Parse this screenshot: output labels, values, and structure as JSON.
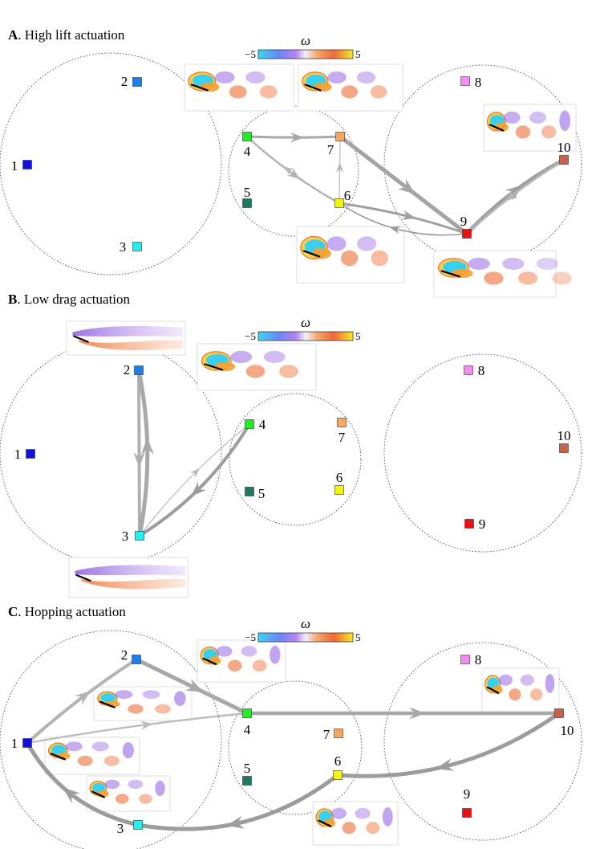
{
  "panels": [
    {
      "letter": "A",
      "title": ". High lift actuation",
      "colorbar": {
        "min": "−5",
        "max": "5",
        "symbol": "ω"
      },
      "clusters": [
        {
          "id": "1",
          "color": "#1010e0"
        },
        {
          "id": "2",
          "color": "#1a7ef0"
        },
        {
          "id": "3",
          "color": "#20f0f0"
        },
        {
          "id": "4",
          "color": "#22ee22"
        },
        {
          "id": "5",
          "color": "#1b7a60"
        },
        {
          "id": "6",
          "color": "#f4f40c"
        },
        {
          "id": "7",
          "color": "#f6a860"
        },
        {
          "id": "8",
          "color": "#f48cf0"
        },
        {
          "id": "9",
          "color": "#ee1010"
        },
        {
          "id": "10",
          "color": "#c9604a"
        }
      ],
      "transitions": [
        {
          "from": "4",
          "to": "7"
        },
        {
          "from": "4",
          "to": "6"
        },
        {
          "from": "6",
          "to": "4"
        },
        {
          "from": "6",
          "to": "7"
        },
        {
          "from": "7",
          "to": "9"
        },
        {
          "from": "6",
          "to": "9"
        },
        {
          "from": "9",
          "to": "6"
        },
        {
          "from": "9",
          "to": "10"
        },
        {
          "from": "10",
          "to": "9"
        }
      ]
    },
    {
      "letter": "B",
      "title": ". Low drag actuation",
      "colorbar": {
        "min": "−5",
        "max": "5",
        "symbol": "ω"
      },
      "clusters": [
        {
          "id": "1",
          "color": "#1010e0"
        },
        {
          "id": "2",
          "color": "#1a7ef0"
        },
        {
          "id": "3",
          "color": "#20f0f0"
        },
        {
          "id": "4",
          "color": "#22ee22"
        },
        {
          "id": "5",
          "color": "#1b7a60"
        },
        {
          "id": "6",
          "color": "#f4f40c"
        },
        {
          "id": "7",
          "color": "#f6a860"
        },
        {
          "id": "8",
          "color": "#f48cf0"
        },
        {
          "id": "9",
          "color": "#ee1010"
        },
        {
          "id": "10",
          "color": "#c9604a"
        }
      ],
      "transitions": [
        {
          "from": "2",
          "to": "3"
        },
        {
          "from": "3",
          "to": "2"
        },
        {
          "from": "3",
          "to": "4"
        },
        {
          "from": "4",
          "to": "3"
        }
      ]
    },
    {
      "letter": "C",
      "title": ". Hopping actuation",
      "colorbar": {
        "min": "−5",
        "max": "5",
        "symbol": "ω"
      },
      "clusters": [
        {
          "id": "1",
          "color": "#1010e0"
        },
        {
          "id": "2",
          "color": "#1a7ef0"
        },
        {
          "id": "3",
          "color": "#20f0f0"
        },
        {
          "id": "4",
          "color": "#22ee22"
        },
        {
          "id": "5",
          "color": "#1b7a60"
        },
        {
          "id": "6",
          "color": "#f4f40c"
        },
        {
          "id": "7",
          "color": "#f6a860"
        },
        {
          "id": "8",
          "color": "#f48cf0"
        },
        {
          "id": "9",
          "color": "#ee1010"
        },
        {
          "id": "10",
          "color": "#c9604a"
        }
      ],
      "transitions": [
        {
          "from": "1",
          "to": "2"
        },
        {
          "from": "2",
          "to": "4"
        },
        {
          "from": "1",
          "to": "4"
        },
        {
          "from": "4",
          "to": "10"
        },
        {
          "from": "10",
          "to": "6"
        },
        {
          "from": "6",
          "to": "3"
        },
        {
          "from": "3",
          "to": "1"
        }
      ]
    }
  ]
}
